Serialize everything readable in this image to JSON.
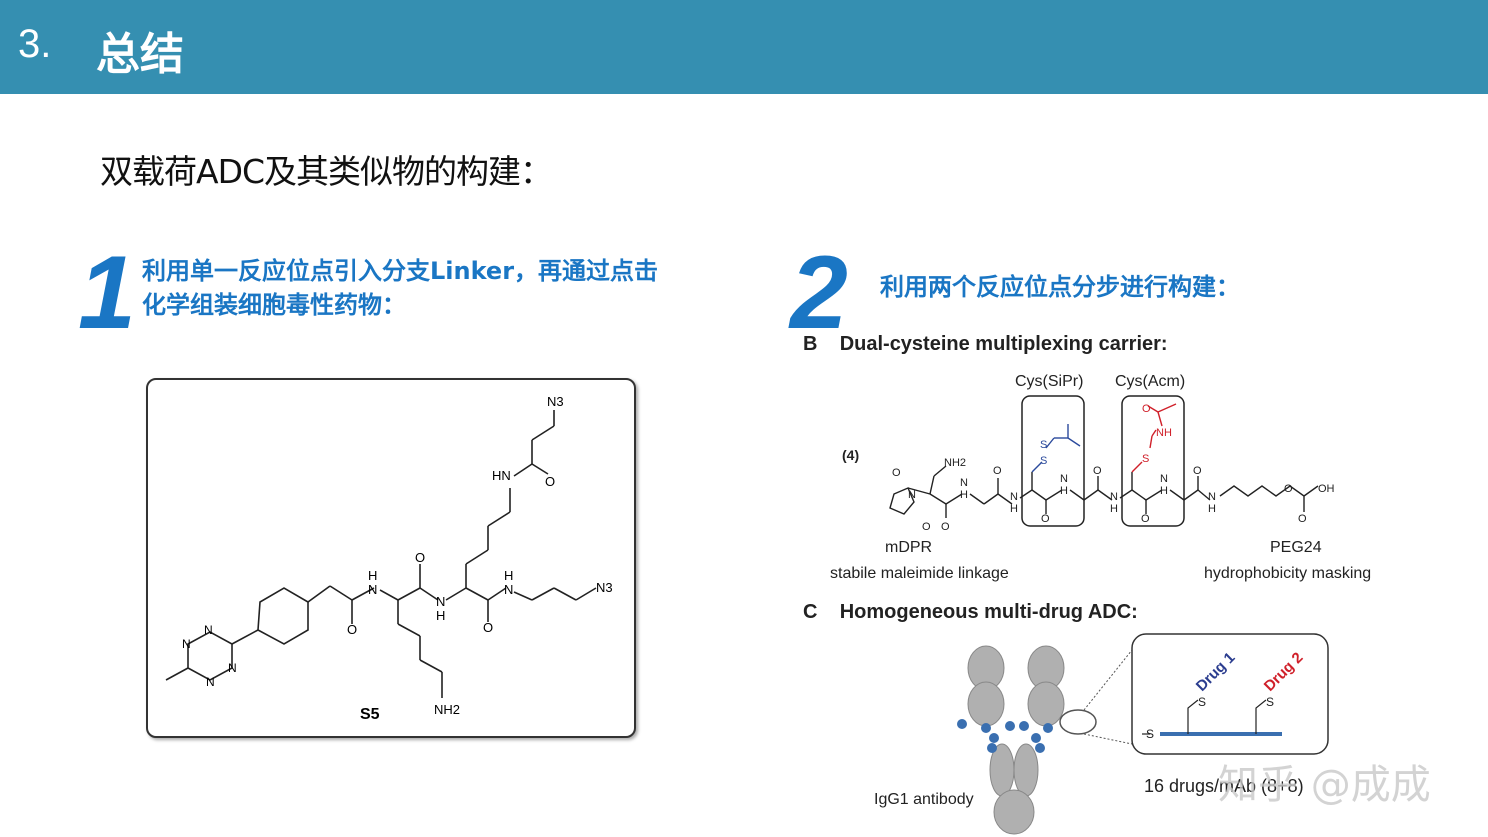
{
  "header": {
    "number": "3.",
    "title": "总结"
  },
  "subtitle": "双载荷ADC及其类似物的构建：",
  "point1": {
    "number": "1",
    "line1": "利用单一反应位点引入分支Linker，再通过点击",
    "line2": "化学组装细胞毒性药物："
  },
  "point2": {
    "number": "2",
    "text": "利用两个反应位点分步进行构建："
  },
  "structure_s5": {
    "compound_label": "S5",
    "atoms": {
      "n3_top": "N3",
      "n3_right": "N3",
      "nh2": "NH2",
      "hn": "HN",
      "o": "O",
      "n": "N",
      "h": "H"
    }
  },
  "panel_b": {
    "letter": "B",
    "title": "Dual-cysteine multiplexing carrier:",
    "compound_number": "(4)",
    "cys1_label": "Cys(SiPr)",
    "cys2_label": "Cys(Acm)",
    "mdpr_label": "mDPR",
    "mdpr_desc": "stabile maleimide linkage",
    "peg_label": "PEG24",
    "peg_desc": "hydrophobicity masking",
    "atoms": {
      "nh2": "NH2",
      "o": "O",
      "n": "N",
      "h": "H",
      "s": "S",
      "nh": "NH",
      "oh": "OH"
    }
  },
  "panel_c": {
    "letter": "C",
    "title": "Homogeneous multi-drug ADC:",
    "antibody_label": "IgG1 antibody",
    "drug1": "Drug 1",
    "drug2": "Drug 2",
    "dar_label": "16 drugs/mAb (8+8)",
    "s": "S"
  },
  "colors": {
    "header_bg": "#358fb1",
    "accent_blue": "#1a76c4",
    "drug1": "#2b3d8f",
    "drug2": "#d0202a",
    "sipr": "#2b4a9c",
    "acm": "#d0202a",
    "conj": "#3a6fb0"
  },
  "watermark": "知乎 @成成"
}
